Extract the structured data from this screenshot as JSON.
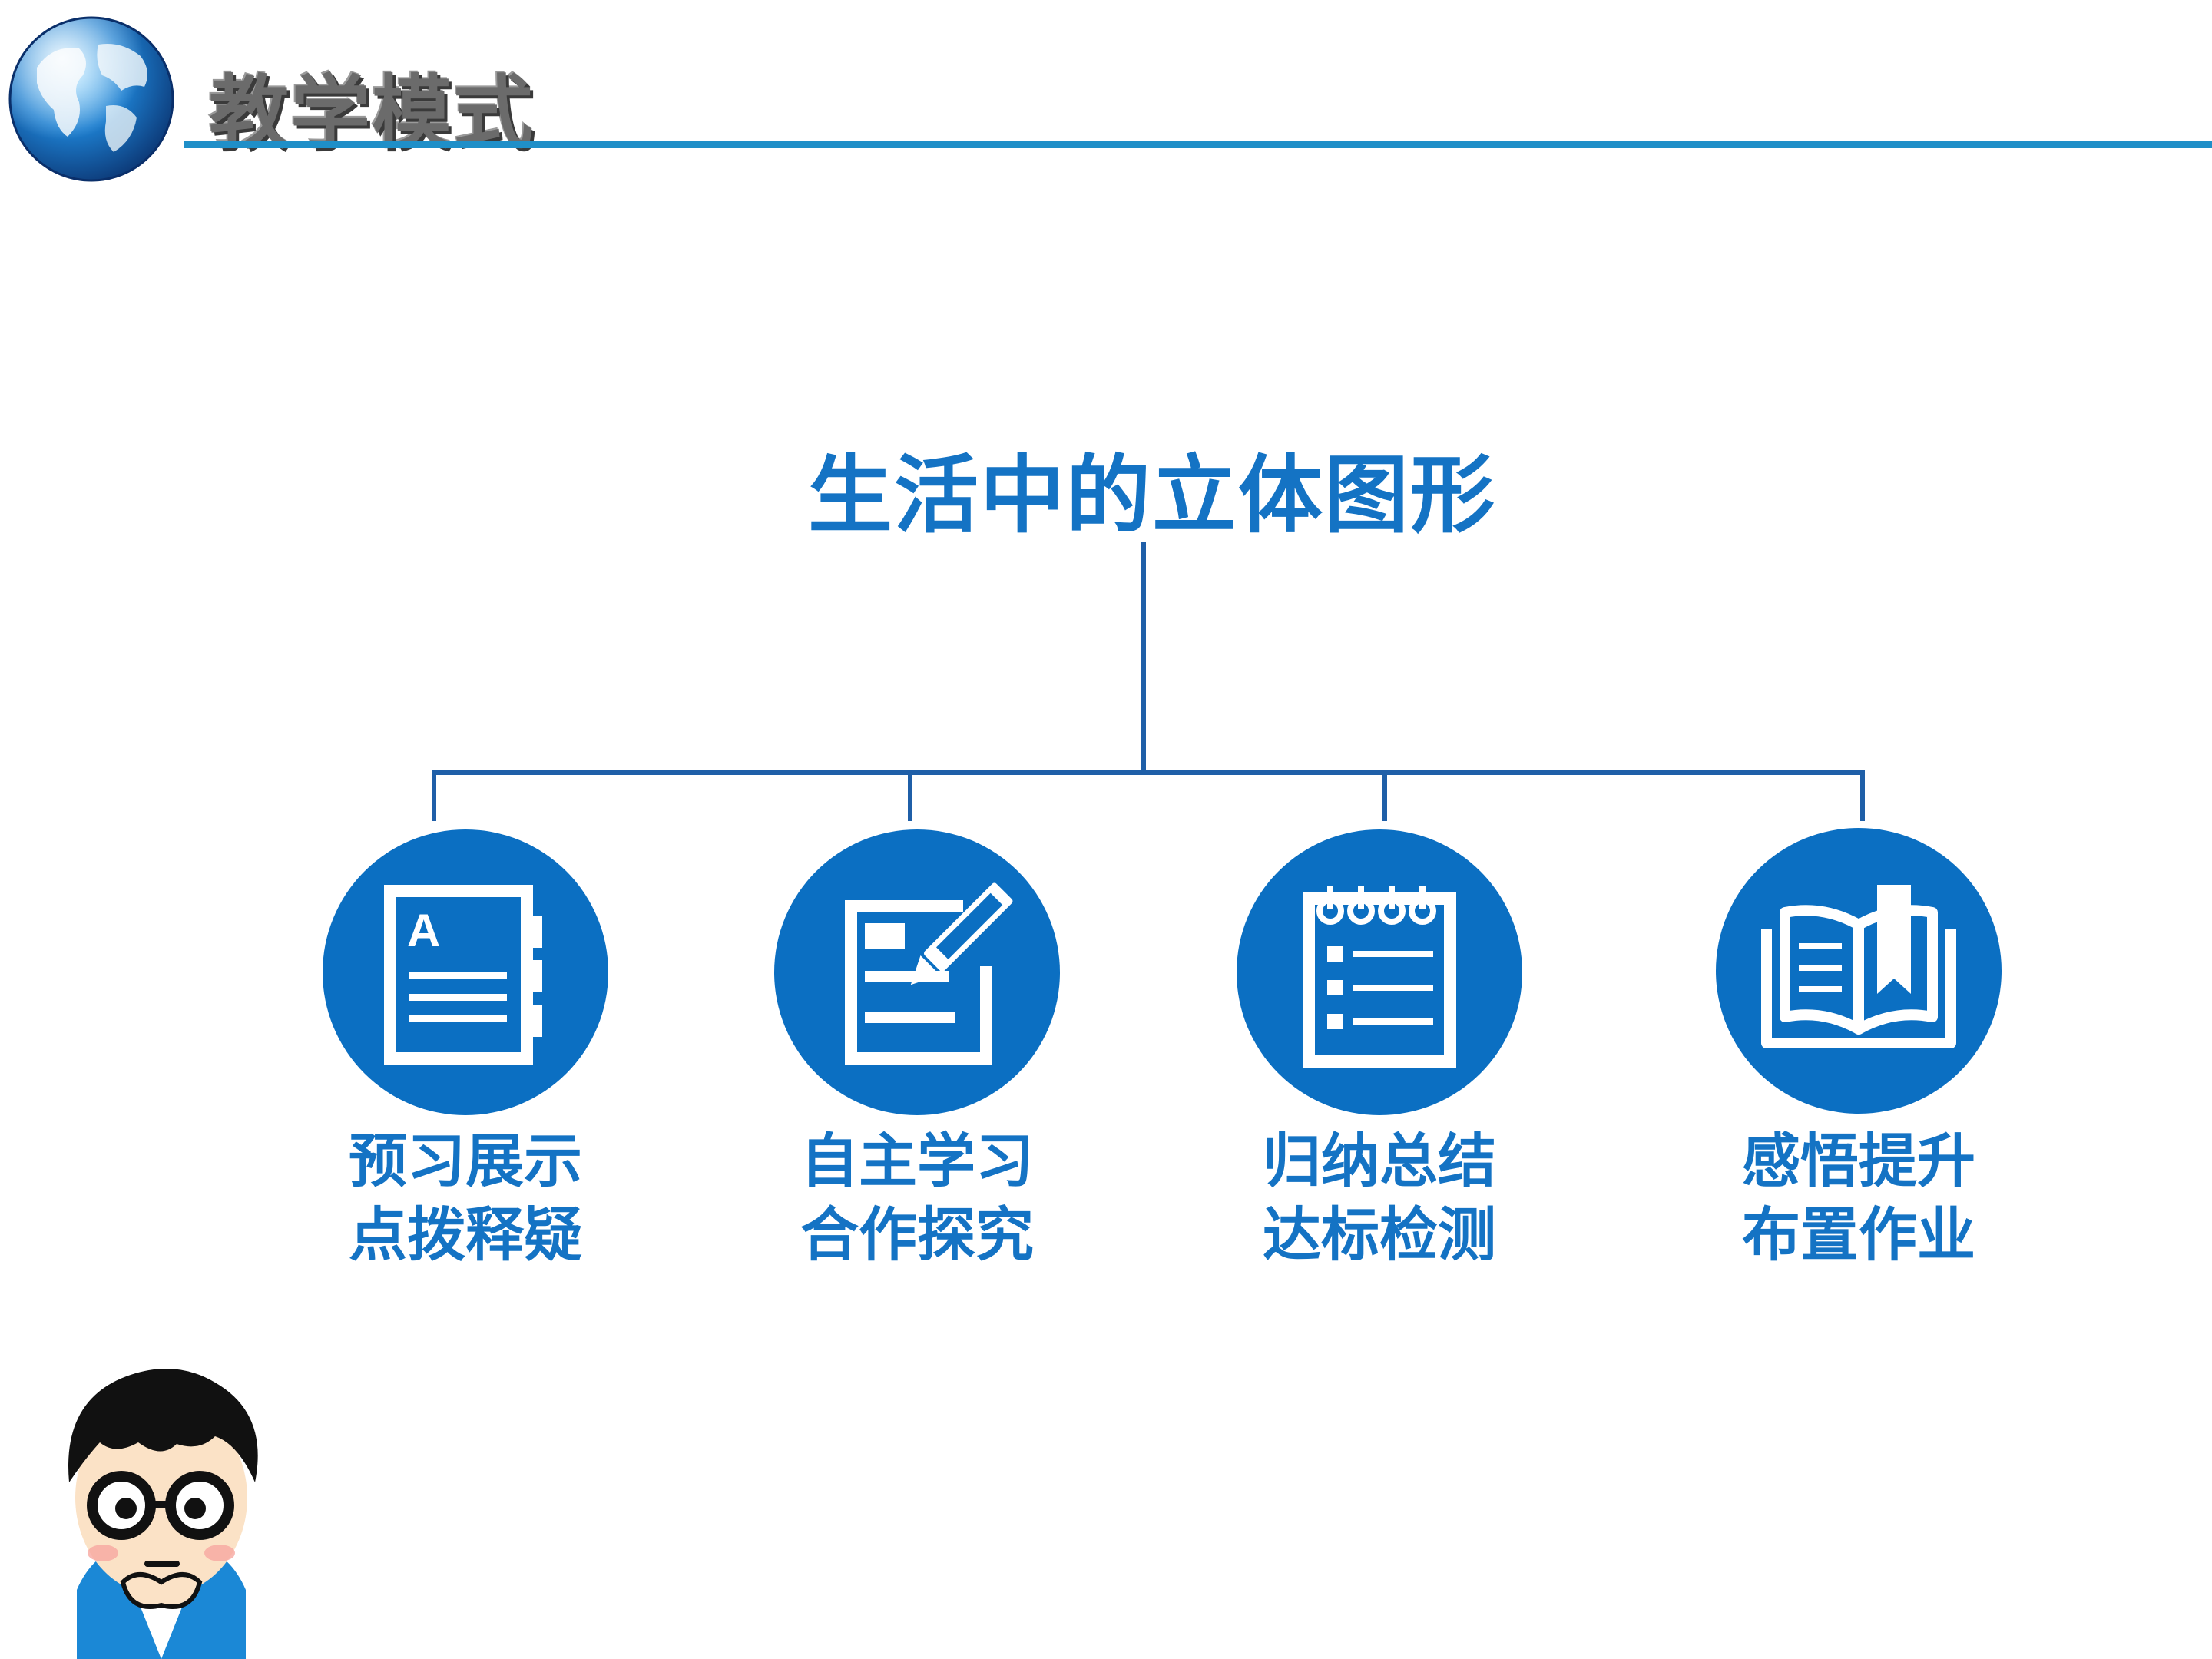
{
  "header": {
    "title": "教学模式"
  },
  "diagram": {
    "root": "生活中的立体图形",
    "nodes": [
      {
        "icon": "address-book-icon",
        "icon_letter": "A",
        "lines": [
          "预习展示",
          "点拨释疑"
        ]
      },
      {
        "icon": "edit-document-icon",
        "lines": [
          "自主学习",
          "合作探究"
        ]
      },
      {
        "icon": "notepad-checklist-icon",
        "lines": [
          "归纳总结",
          "达标检测"
        ]
      },
      {
        "icon": "open-book-bookmark-icon",
        "lines": [
          "感悟提升",
          "布置作业"
        ]
      }
    ]
  },
  "colors": {
    "accent": "#0b6fc2",
    "title_text": "#1473c4",
    "connector": "#1f5fa8",
    "header_line": "#1f8fc8",
    "header_text": "#6b6b6b"
  }
}
